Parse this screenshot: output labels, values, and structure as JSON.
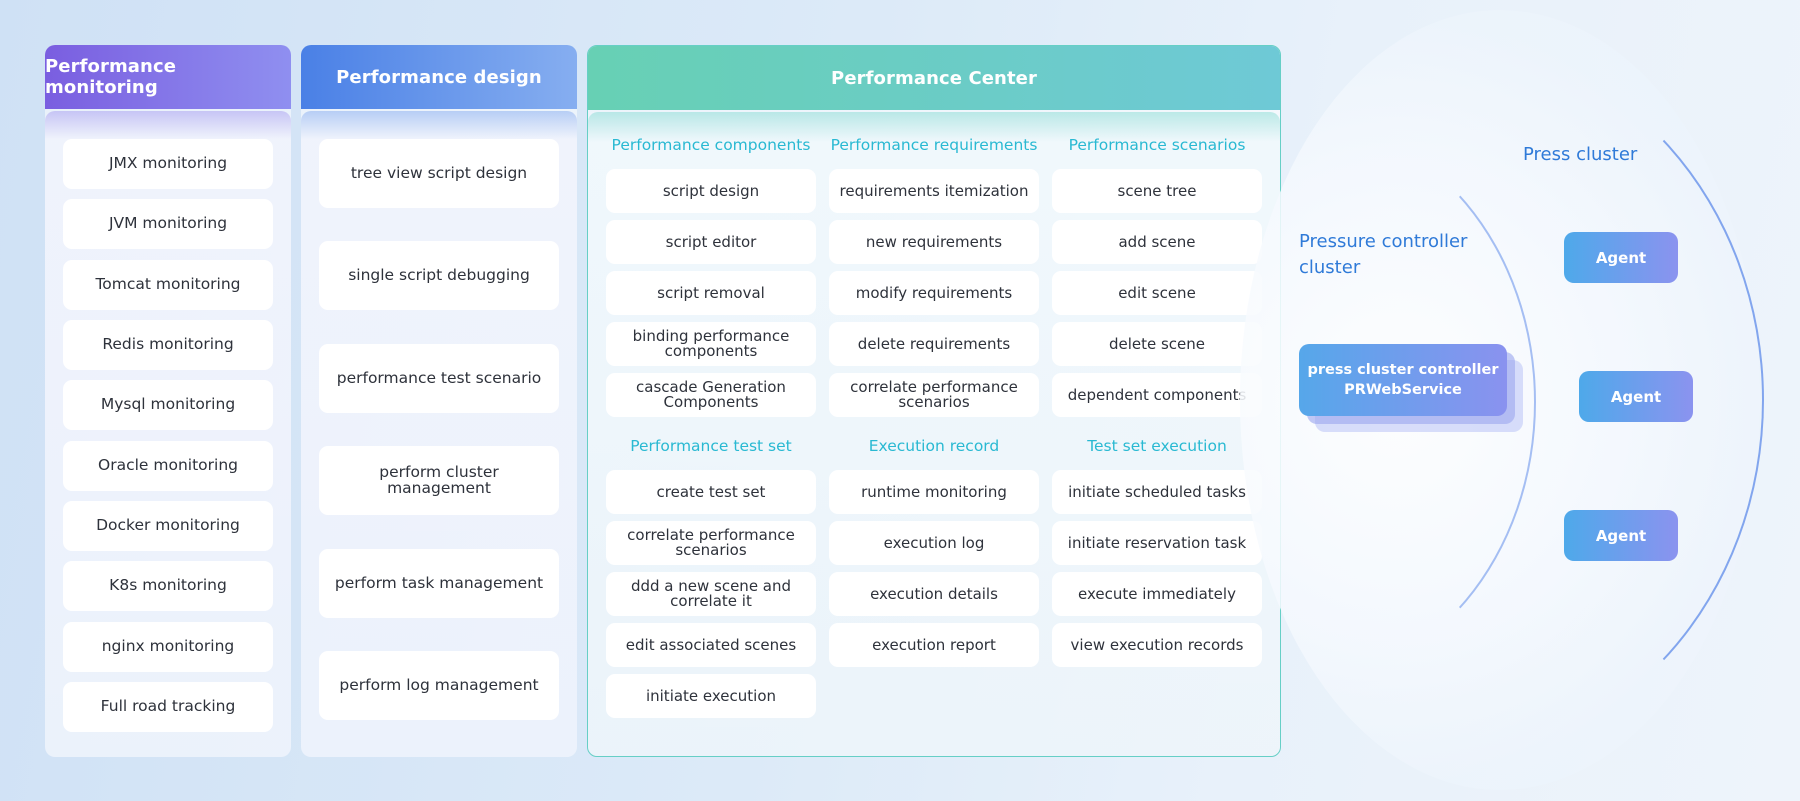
{
  "monitoring": {
    "title": "Performance monitoring",
    "items": [
      "JMX monitoring",
      "JVM monitoring",
      "Tomcat monitoring",
      "Redis monitoring",
      "Mysql monitoring",
      "Oracle monitoring",
      "Docker monitoring",
      "K8s monitoring",
      "nginx monitoring",
      "Full road tracking"
    ]
  },
  "design": {
    "title": "Performance design",
    "items": [
      "tree view script design",
      "single script debugging",
      "performance test scenario",
      "perform cluster management",
      "perform task management",
      "perform log management"
    ]
  },
  "center": {
    "title": "Performance Center",
    "sections": [
      {
        "title": "Performance components",
        "items": [
          "script design",
          "script editor",
          "script removal",
          "binding performance components",
          "cascade Generation Components"
        ]
      },
      {
        "title": "Performance requirements",
        "items": [
          "requirements itemization",
          "new requirements",
          "modify requirements",
          "delete requirements",
          "correlate performance scenarios"
        ]
      },
      {
        "title": "Performance scenarios",
        "items": [
          "scene tree",
          "add scene",
          "edit scene",
          "delete scene",
          "dependent components"
        ]
      },
      {
        "title": "Performance test set",
        "items": [
          "create test set",
          "correlate performance scenarios",
          "ddd a new scene and correlate it",
          "edit associated scenes",
          "initiate execution"
        ]
      },
      {
        "title": "Execution record",
        "items": [
          "runtime monitoring",
          "execution log",
          "execution details",
          "execution report"
        ]
      },
      {
        "title": "Test set execution",
        "items": [
          "initiate scheduled tasks",
          "initiate reservation task",
          "execute immediately",
          "view execution records"
        ]
      }
    ]
  },
  "right": {
    "controller_cluster_label": "Pressure controller cluster",
    "controller_line1": "press cluster controller",
    "controller_line2": "PRWebService",
    "press_cluster_label": "Press cluster",
    "agents": [
      "Agent",
      "Agent",
      "Agent"
    ]
  }
}
